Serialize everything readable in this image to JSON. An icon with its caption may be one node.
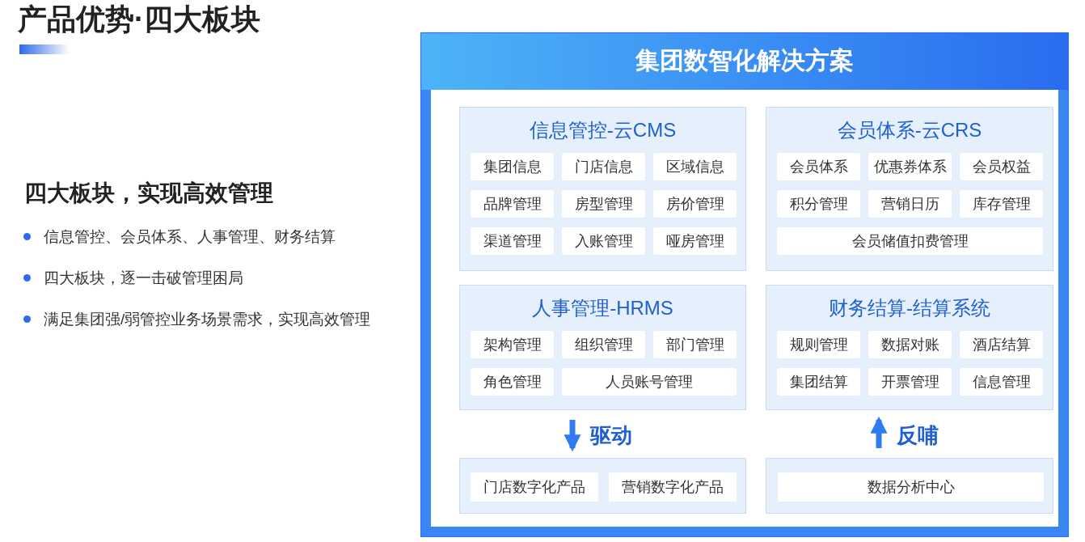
{
  "diagram": {
    "title": "产品优势·四大板块",
    "nodes": [
      {
        "text": [
          "集团数智化解决方案"
        ]
      },
      {
        "text": [
          "信息管控-云CMS"
        ],
        "in": 0
      },
      {
        "text": [
          "集团信息"
        ],
        "in": 1
      },
      {
        "text": [
          "门店信息"
        ],
        "in": 1
      },
      {
        "text": [
          "区域信息"
        ],
        "in": 1
      },
      {
        "text": [
          "品牌管理"
        ],
        "in": 1
      },
      {
        "text": [
          "房型管理"
        ],
        "in": 1
      },
      {
        "text": [
          "房价管理"
        ],
        "in": 1
      },
      {
        "text": [
          "渠道管理"
        ],
        "in": 1
      },
      {
        "text": [
          "入账管理"
        ],
        "in": 1
      },
      {
        "text": [
          "哑房管理"
        ],
        "in": 1
      },
      {
        "text": [
          "会员体系-云CRS"
        ],
        "in": 0
      },
      {
        "text": [
          "会员体系"
        ],
        "in": 11
      },
      {
        "text": [
          "优惠券体系"
        ],
        "in": 11
      },
      {
        "text": [
          "会员权益"
        ],
        "in": 11
      },
      {
        "text": [
          "积分管理"
        ],
        "in": 11
      },
      {
        "text": [
          "营销日历"
        ],
        "in": 11
      },
      {
        "text": [
          "库存管理"
        ],
        "in": 11
      },
      {
        "text": [
          "会员储值扣费管理"
        ],
        "in": 11
      },
      {
        "text": [
          "人事管理-HRMS"
        ],
        "in": 0
      },
      {
        "text": [
          "架构管理"
        ],
        "in": 19
      },
      {
        "text": [
          "组织管理"
        ],
        "in": 19
      },
      {
        "text": [
          "部门管理"
        ],
        "in": 19
      },
      {
        "text": [
          "角色管理"
        ],
        "in": 19
      },
      {
        "text": [
          "人员账号管理"
        ],
        "in": 19
      },
      {
        "text": [
          "财务结算-结算系统"
        ],
        "in": 0
      },
      {
        "text": [
          "规则管理"
        ],
        "in": 25
      },
      {
        "text": [
          "数据对账"
        ],
        "in": 25
      },
      {
        "text": [
          "酒店结算"
        ],
        "in": 25
      },
      {
        "text": [
          "集团结算"
        ],
        "in": 25
      },
      {
        "text": [
          "开票管理"
        ],
        "in": 25
      },
      {
        "text": [
          "信息管理"
        ],
        "in": 25
      },
      {
        "text": [],
        "shape": "box",
        "in": 0
      },
      {
        "text": [
          "门店数字化产品"
        ],
        "in": 32
      },
      {
        "text": [
          "营销数字化产品"
        ],
        "in": 32
      },
      {
        "text": [],
        "shape": "box",
        "in": 0
      },
      {
        "text": [
          "数据分析中心"
        ],
        "in": 35
      }
    ],
    "edges": [
      {
        "from": 19,
        "to": 32,
        "arrow": "to",
        "label": "驱动"
      },
      {
        "from": 35,
        "to": 25,
        "arrow": "to",
        "label": "反哺"
      }
    ],
    "labels": [
      "四大板块，实现高效管理",
      "信息管控、会员体系、人事管理、财务结算",
      "四大板块，逐一击破管理困局",
      "满足集团强/弱管控业务场景需求，实现高效管理"
    ]
  }
}
